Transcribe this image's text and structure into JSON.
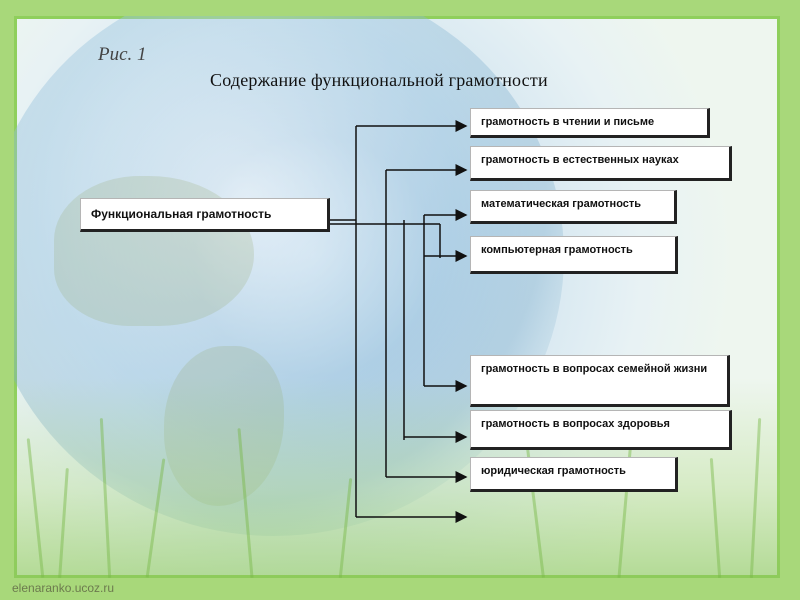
{
  "slide": {
    "figure_label": "Рис. 1",
    "title": "Содержание функциональной грамотности",
    "footer_site": "elenaranko.ucoz.ru"
  },
  "diagram": {
    "root": "Функциональная грамотность",
    "children": [
      "грамотность в чтении и письме",
      "грамотность в естественных науках",
      "математическая грамотность",
      "компьютерная грамотность",
      "грамотность в вопросах семейной жизни",
      "грамотность в вопросах здоровья",
      "юридическая грамотность"
    ]
  }
}
